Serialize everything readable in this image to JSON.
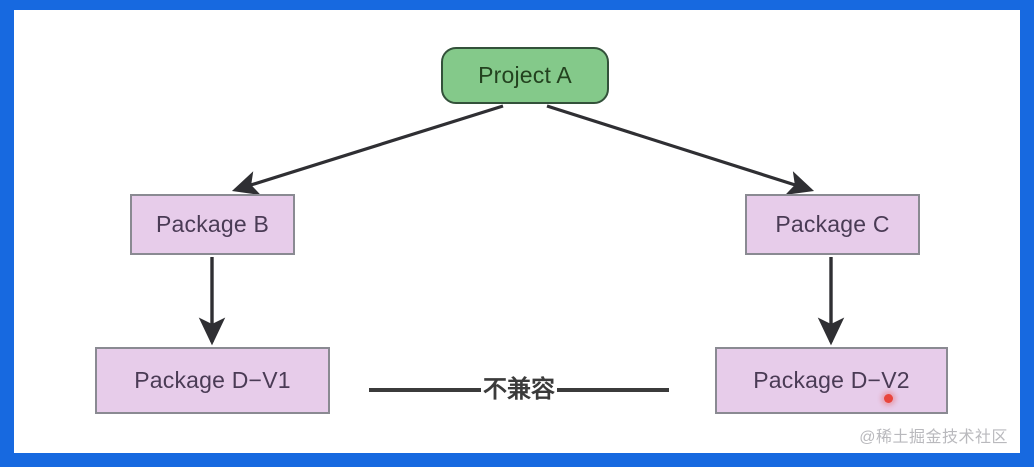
{
  "canvas": {
    "background_color": "#ffffff",
    "frame_color": "#1769e0"
  },
  "diagram": {
    "type": "dependency-tree",
    "title_node": "Project A",
    "nodes": [
      {
        "id": "project-a",
        "label": "Project A",
        "shape": "rounded-rect",
        "fill": "#84c98a",
        "stroke": "#33513a",
        "text_color": "#23421f"
      },
      {
        "id": "package-b",
        "label": "Package B",
        "shape": "rect",
        "fill": "#e7ccea",
        "stroke": "#8a8a92",
        "text_color": "#4a3b55"
      },
      {
        "id": "package-c",
        "label": "Package C",
        "shape": "rect",
        "fill": "#e7ccea",
        "stroke": "#8a8a92",
        "text_color": "#4a3b55"
      },
      {
        "id": "package-d-v1",
        "label": "Package D−V1",
        "shape": "rect",
        "fill": "#e7ccea",
        "stroke": "#8a8a92",
        "text_color": "#4a3b55"
      },
      {
        "id": "package-d-v2",
        "label": "Package D−V2",
        "shape": "rect",
        "fill": "#e7ccea",
        "stroke": "#8a8a92",
        "text_color": "#4a3b55"
      }
    ],
    "edges": [
      {
        "from": "project-a",
        "to": "package-b",
        "style": "solid-arrow"
      },
      {
        "from": "project-a",
        "to": "package-c",
        "style": "solid-arrow"
      },
      {
        "from": "package-b",
        "to": "package-d-v1",
        "style": "solid-arrow"
      },
      {
        "from": "package-c",
        "to": "package-d-v2",
        "style": "solid-arrow"
      }
    ],
    "relation": {
      "label": "不兼容",
      "between": [
        "package-d-v1",
        "package-d-v2"
      ],
      "style": "plain-line-both-sides",
      "color": "#3b3b3b"
    },
    "cursor": {
      "name": "red-dot-pointer",
      "color": "#e8453c"
    }
  },
  "watermark": {
    "text": "@稀土掘金技术社区",
    "color": "#b9b9bd"
  }
}
